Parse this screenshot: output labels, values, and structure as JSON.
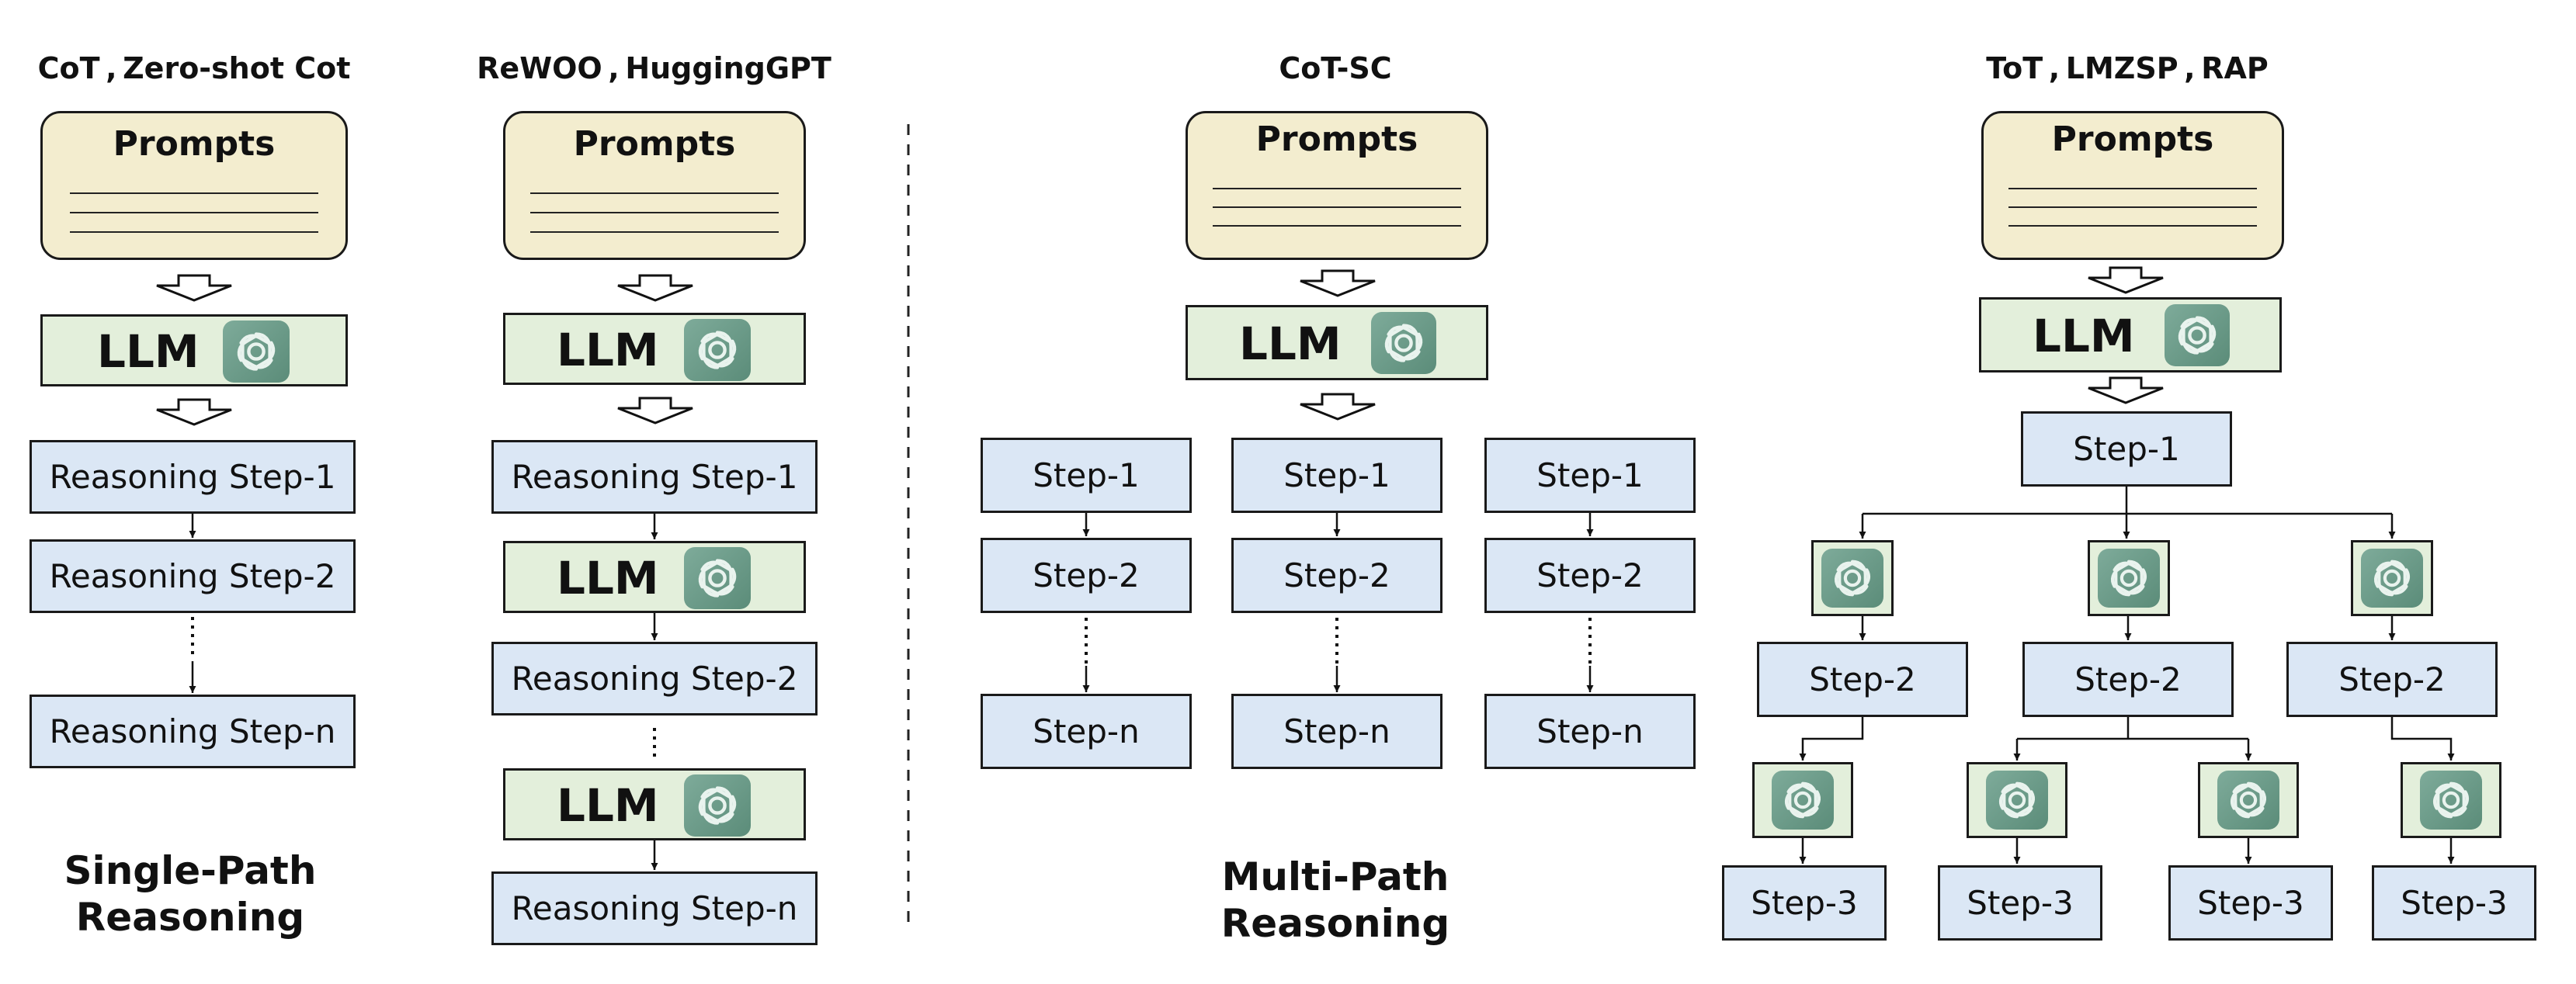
{
  "columns": {
    "col1_title": "CoT , Zero-shot Cot",
    "col2_title": "ReWOO , HuggingGPT",
    "col3_title": "CoT-SC",
    "col4_title": "ToT , LMZSP , RAP"
  },
  "labels": {
    "prompts": "Prompts",
    "llm": "LLM",
    "reasoning_step_1": "Reasoning Step-1",
    "reasoning_step_2": "Reasoning Step-2",
    "reasoning_step_n": "Reasoning Step-n",
    "step_1": "Step-1",
    "step_2": "Step-2",
    "step_3": "Step-3",
    "step_n": "Step-n",
    "dots": "⋮"
  },
  "sections": {
    "single_path_line1": "Single-Path",
    "single_path_line2": "Reasoning",
    "multi_path_line1": "Multi-Path",
    "multi_path_line2": "Reasoning"
  },
  "icons": [
    "openai-logo-icon"
  ],
  "colors": {
    "prompt_fill": "#f3edcf",
    "llm_fill": "#e3efdb",
    "step_fill": "#dbe7f5",
    "icon_fill": "#6f9c89"
  }
}
